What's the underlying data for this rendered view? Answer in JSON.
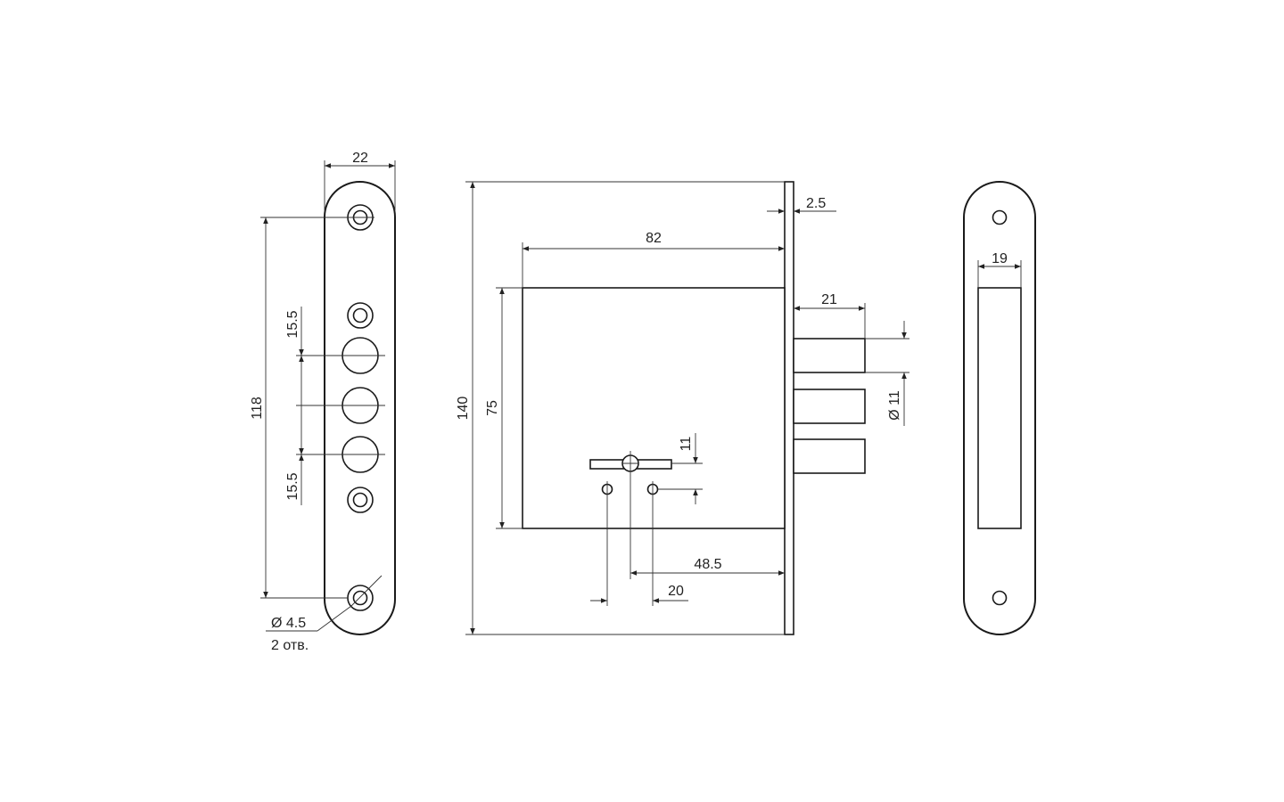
{
  "front_plate": {
    "width_label": "22",
    "height_label": "118",
    "top_spacing_label": "15.5",
    "bottom_spacing_label": "15.5",
    "hole_diameter_label": "Ø 4.5",
    "hole_count_label": "2 отв."
  },
  "lock_body": {
    "total_height_label": "140",
    "body_height_label": "75",
    "body_depth_label": "82",
    "faceplate_thickness_label": "2.5",
    "bolt_throw_label": "21",
    "bolt_diameter_label": "Ø 11",
    "keyhole_height_label": "11",
    "backset_label": "48.5",
    "hole_spacing_label": "20"
  },
  "strike_plate": {
    "opening_width_label": "19"
  }
}
